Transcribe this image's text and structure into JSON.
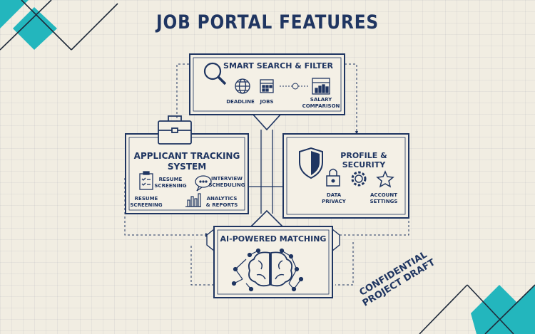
{
  "title": "JOB PORTAL FEATURES",
  "search": {
    "title": "SMART SEARCH & FILTER",
    "deadline": "DEADLINE",
    "jobs": "JOBS",
    "salary_line1": "SALARY",
    "salary_line2": "COMPARISON"
  },
  "tracking": {
    "title_line1": "APPLICANT TRACKING",
    "title_line2": "SYSTEM",
    "resume_screening_line1": "RESUME",
    "resume_screening_line2": "SCREENING",
    "interview_line1": "INTERVIEW",
    "interview_line2": "SCHEDULING",
    "resume2_line1": "RESUME",
    "resume2_line2": "SCREENING",
    "analytics_line1": "ANALYTICS",
    "analytics_line2": "& REPORTS"
  },
  "security": {
    "title": "PROFILE & SECURITY",
    "privacy_line1": "DATA",
    "privacy_line2": "PRIVACY",
    "account_line1": "ACCOUNT",
    "account_line2": "SETTINGS"
  },
  "matching": {
    "title": "AI-POWERED MATCHING"
  },
  "stamp": {
    "line1": "CONFIDENTIAL",
    "line2": "PROJECT DRAFT"
  },
  "colors": {
    "navy": "#1f3561",
    "teal": "#23b6bd",
    "background": "#f1ede2"
  }
}
